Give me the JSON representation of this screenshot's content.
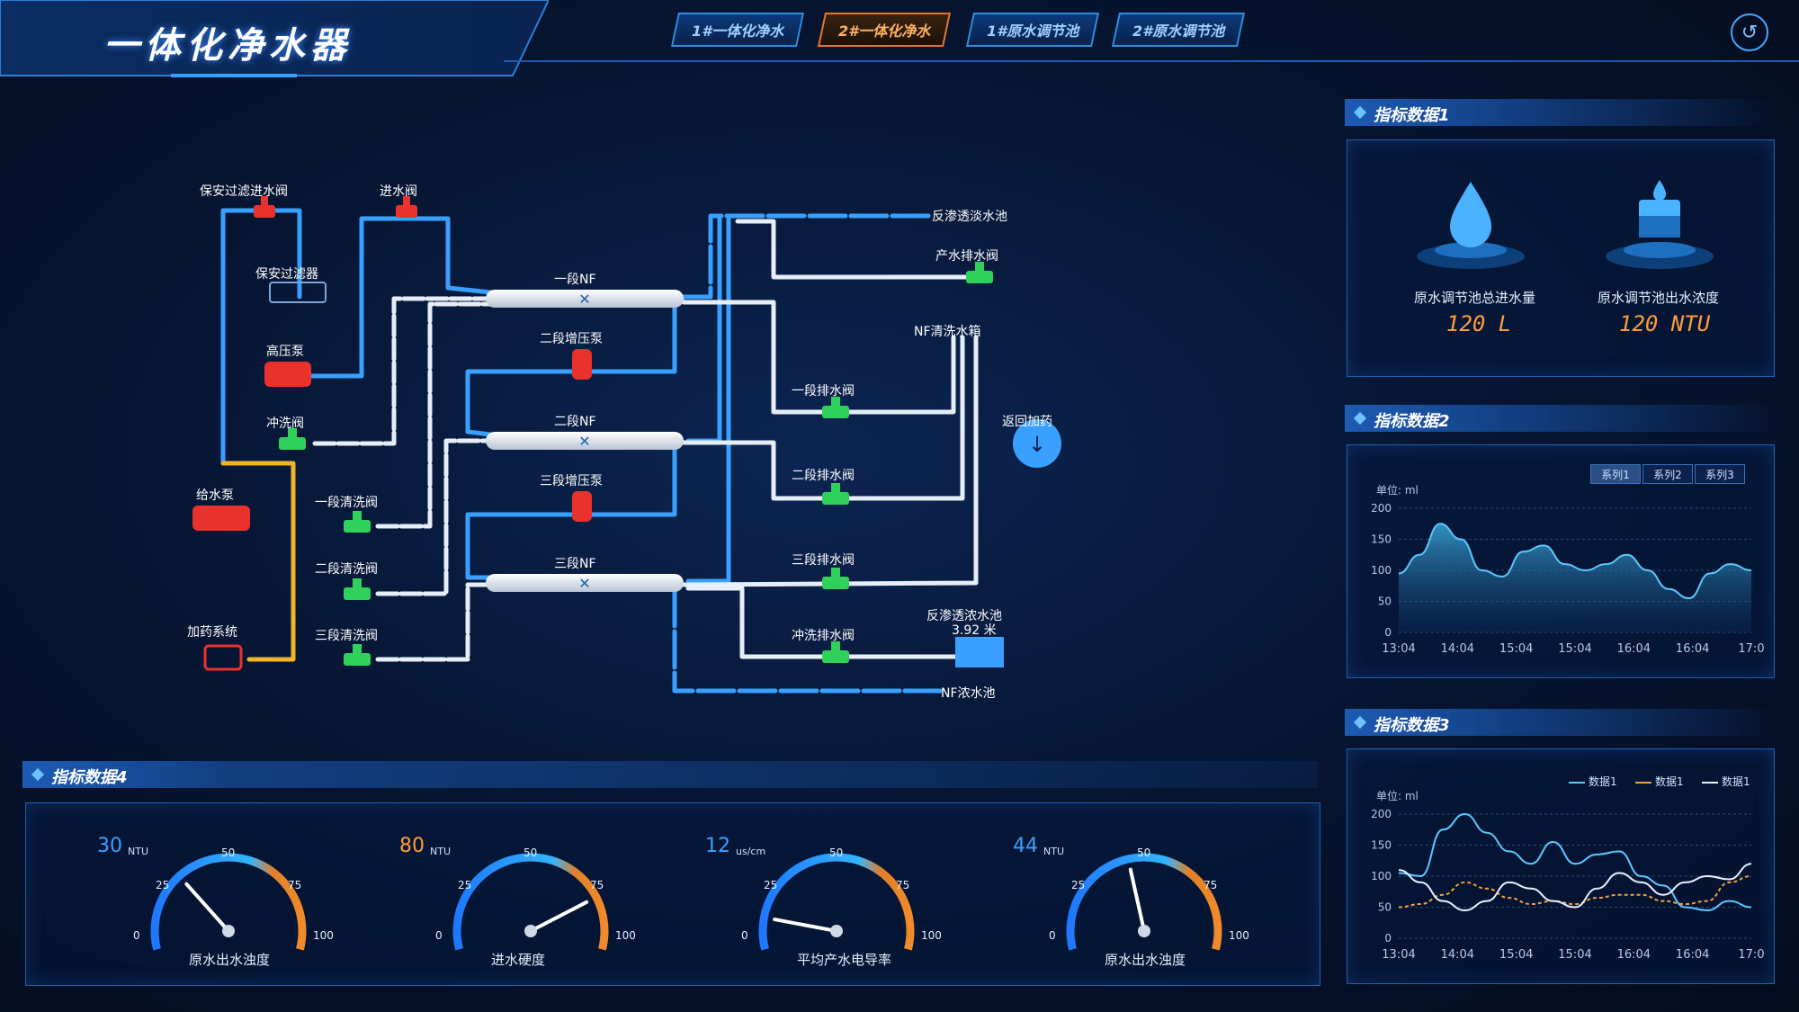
{
  "header": {
    "title": "一体化净水器",
    "tabs": [
      {
        "label": "1#一体化净水",
        "active": false
      },
      {
        "label": "2#一体化净水",
        "active": true
      },
      {
        "label": "1#原水调节池",
        "active": false
      },
      {
        "label": "2#原水调节池",
        "active": false
      }
    ],
    "back_icon": "undo-icon"
  },
  "colors": {
    "accent": "#2d8fe0",
    "active_tab": "#e5792a",
    "valve_red": "#e8322b",
    "valve_green": "#2fd15a",
    "orange_value": "#ff9c3a"
  },
  "process": {
    "labels": {
      "security_filter_inlet_valve": "保安过滤进水阀",
      "inlet_valve": "进水阀",
      "security_filter": "保安过滤器",
      "high_pressure_pump": "高压泵",
      "flush_valve": "冲洗阀",
      "feed_pump": "给水泵",
      "dosing_system": "加药系统",
      "stage1_clean_valve": "一段清洗阀",
      "stage2_clean_valve": "二段清洗阀",
      "stage3_clean_valve": "三段清洗阀",
      "stage1_nf": "一段NF",
      "stage2_boost_pump": "二段增压泵",
      "stage2_nf": "二段NF",
      "stage3_boost_pump": "三段增压泵",
      "stage3_nf": "三段NF",
      "ro_fresh_tank": "反渗透淡水池",
      "product_drain_valve": "产水排水阀",
      "nf_clean_tank": "NF清洗水箱",
      "stage1_drain_valve": "一段排水阀",
      "stage2_drain_valve": "二段排水阀",
      "stage3_drain_valve": "三段排水阀",
      "flush_drain_valve": "冲洗排水阀",
      "return_dosing": "返回加药",
      "ro_concentrate_tank": "反渗透浓水池",
      "ro_concentrate_level": "3.92 米",
      "nf_concentrate_tank": "NF浓水池"
    }
  },
  "panel1": {
    "title": "指标数据1",
    "items": [
      {
        "label": "原水调节池总进水量",
        "value": "120 L",
        "icon": "water-drop-icon"
      },
      {
        "label": "原水调节池出水浓度",
        "value": "120 NTU",
        "icon": "water-tank-icon"
      }
    ]
  },
  "panel2": {
    "title": "指标数据2",
    "unit_label": "单位: ml",
    "series_buttons": [
      "系列1",
      "系列2",
      "系列3"
    ],
    "active_series": 0
  },
  "panel3": {
    "title": "指标数据3",
    "unit_label": "单位: ml",
    "legend": [
      "数据1",
      "数据1",
      "数据1"
    ]
  },
  "panel4": {
    "title": "指标数据4",
    "gauges": [
      {
        "value": 30,
        "value_text": "30",
        "unit": "NTU",
        "name": "原水出水浊度",
        "color": "#3aa0ff"
      },
      {
        "value": 80,
        "value_text": "80",
        "unit": "NTU",
        "name": "进水硬度",
        "color": "#ff9c3a"
      },
      {
        "value": 12,
        "value_text": "12",
        "unit": "us/cm",
        "name": "平均产水电导率",
        "color": "#3aa0ff"
      },
      {
        "value": 44,
        "value_text": "44",
        "unit": "NTU",
        "name": "原水出水浊度",
        "color": "#3aa0ff"
      }
    ],
    "ticks": [
      "0",
      "25",
      "50",
      "75",
      "100"
    ]
  },
  "chart_data": [
    {
      "type": "area",
      "title": "",
      "ylabel": "单位: ml",
      "x": [
        "13:04",
        "14:04",
        "15:04",
        "15:04",
        "16:04",
        "16:04",
        "17:0"
      ],
      "y_ticks": [
        "0",
        "50",
        "100",
        "150",
        "200"
      ],
      "ylim": [
        0,
        200
      ],
      "series": [
        {
          "values": [
            95,
            125,
            175,
            150,
            100,
            90,
            130,
            140,
            110,
            100,
            110,
            125,
            100,
            70,
            55,
            95,
            110,
            100
          ]
        }
      ],
      "grid": true
    },
    {
      "type": "line",
      "title": "",
      "ylabel": "单位: ml",
      "x": [
        "13:04",
        "14:04",
        "15:04",
        "15:04",
        "16:04",
        "16:04",
        "17:0"
      ],
      "y_ticks": [
        "0",
        "50",
        "100",
        "150",
        "200"
      ],
      "ylim": [
        0,
        200
      ],
      "legend_position": "top-right",
      "series": [
        {
          "name": "数据1",
          "color": "#5cc8ff",
          "values": [
            105,
            100,
            175,
            200,
            170,
            140,
            120,
            155,
            120,
            135,
            140,
            100,
            85,
            50,
            45,
            60,
            50
          ]
        },
        {
          "name": "数据1",
          "color": "#f0a040",
          "values": [
            50,
            55,
            70,
            90,
            80,
            65,
            55,
            60,
            55,
            65,
            70,
            70,
            60,
            55,
            60,
            90,
            100
          ]
        },
        {
          "name": "数据1",
          "color": "#e8f2ff",
          "values": [
            110,
            90,
            60,
            45,
            60,
            90,
            80,
            60,
            50,
            80,
            105,
            90,
            70,
            90,
            100,
            95,
            120
          ]
        }
      ],
      "grid": true
    }
  ]
}
